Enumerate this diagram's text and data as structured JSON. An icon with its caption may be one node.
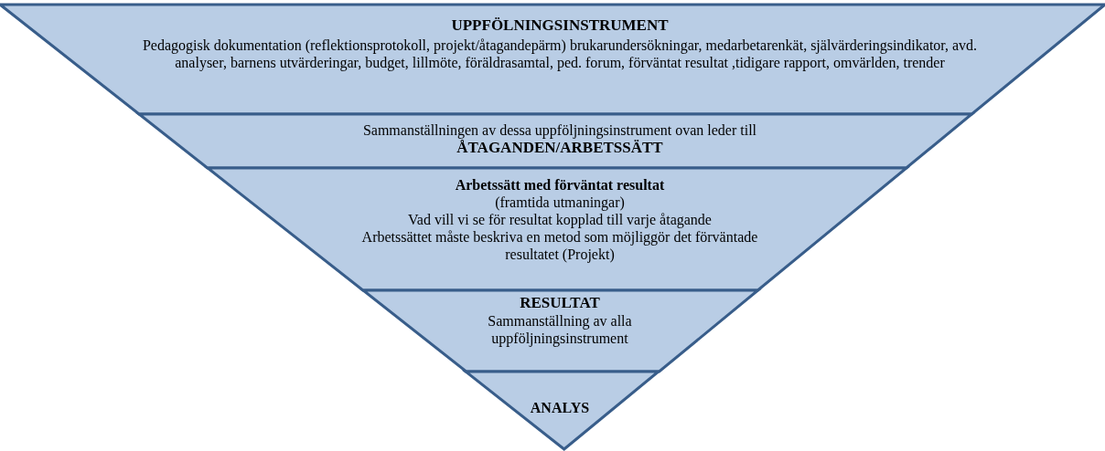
{
  "diagram": {
    "nodes": [
      {
        "text": [
          "UPPFÖLNINGSINSTRUMENT",
          "Pedagogisk dokumentation (reflektionsprotokoll, projekt/åtagandepärm) brukarundersökningar, medarbetarenkät, självärderingsindikator, avd. analyser, barnens utvärderingar, budget, lillmöte, föräldrasamtal, ped. forum, förväntat resultat ,tidigare rapport, omvärlden, trender"
        ]
      },
      {
        "text": [
          "Sammanställningen av dessa uppföljningsinstrument ovan leder till",
          "ÅTAGANDEN/ARBETSSÄTT"
        ]
      },
      {
        "text": [
          "Arbetssätt med förväntat resultat",
          "(framtida utmaningar)",
          "Vad vill vi se för resultat kopplad till varje åtagande",
          "Arbetssättet måste beskriva en metod som möjliggör det förväntade resultatet (Projekt)"
        ]
      },
      {
        "text": [
          "RESULTAT",
          "Sammanställning av alla uppföljningsinstrument"
        ]
      },
      {
        "text": [
          "ANALYS"
        ]
      }
    ]
  }
}
